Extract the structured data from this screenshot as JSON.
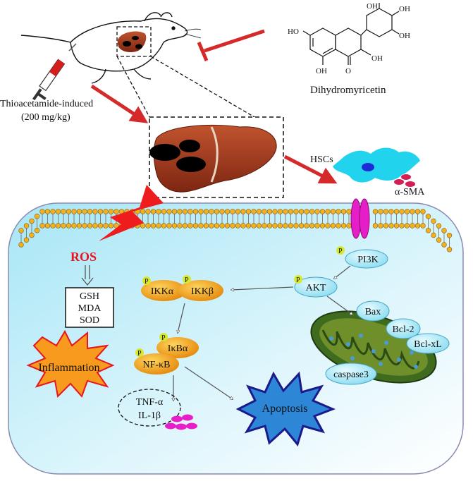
{
  "top": {
    "dose_line1": "Thioacetamide-induced",
    "dose_line2": "(200 mg/kg)",
    "compound_name": "Dihydromyricetin",
    "compound_groups": [
      "OH",
      "OH",
      "OH",
      "HO",
      "OH",
      "OH",
      "O"
    ],
    "hscs_label": "HSCs",
    "sma_label": "α-SMA"
  },
  "cell": {
    "ros_label": "ROS",
    "antioxidants": [
      "GSH",
      "MDA",
      "SOD"
    ],
    "phospho_label": "P",
    "pi3k_label": "PI3K",
    "akt_label": "AKT",
    "ikka_label": "IKKα",
    "ikkb_label": "IKKβ",
    "ikba_label": "IκBα",
    "nfkb_label": "NF-κB",
    "inflammation_label": "Inflammation",
    "cytokines": [
      "TNF-α",
      "IL-1β"
    ],
    "apoptosis_label": "Apoptosis",
    "bax_label": "Bax",
    "bcl2_label": "Bcl-2",
    "bclxl_label": "Bcl-xL",
    "caspase_label": "caspase3"
  },
  "colors": {
    "arrow_red": "#d42a2a",
    "ros_red": "#e8141e",
    "cell_fill": "#c8f0fb",
    "kinase_orange": "#f0a019",
    "pi3k_blue": "#b8eefa",
    "phospho_yellow": "#d8e830",
    "hsc_cyan": "#22d3ee",
    "cytokine_magenta": "#e81ec8",
    "apoptosis_blue": "#2e86d6",
    "inflammation_orange": "#f79a1e",
    "mito_green": "#3f6b1f"
  }
}
